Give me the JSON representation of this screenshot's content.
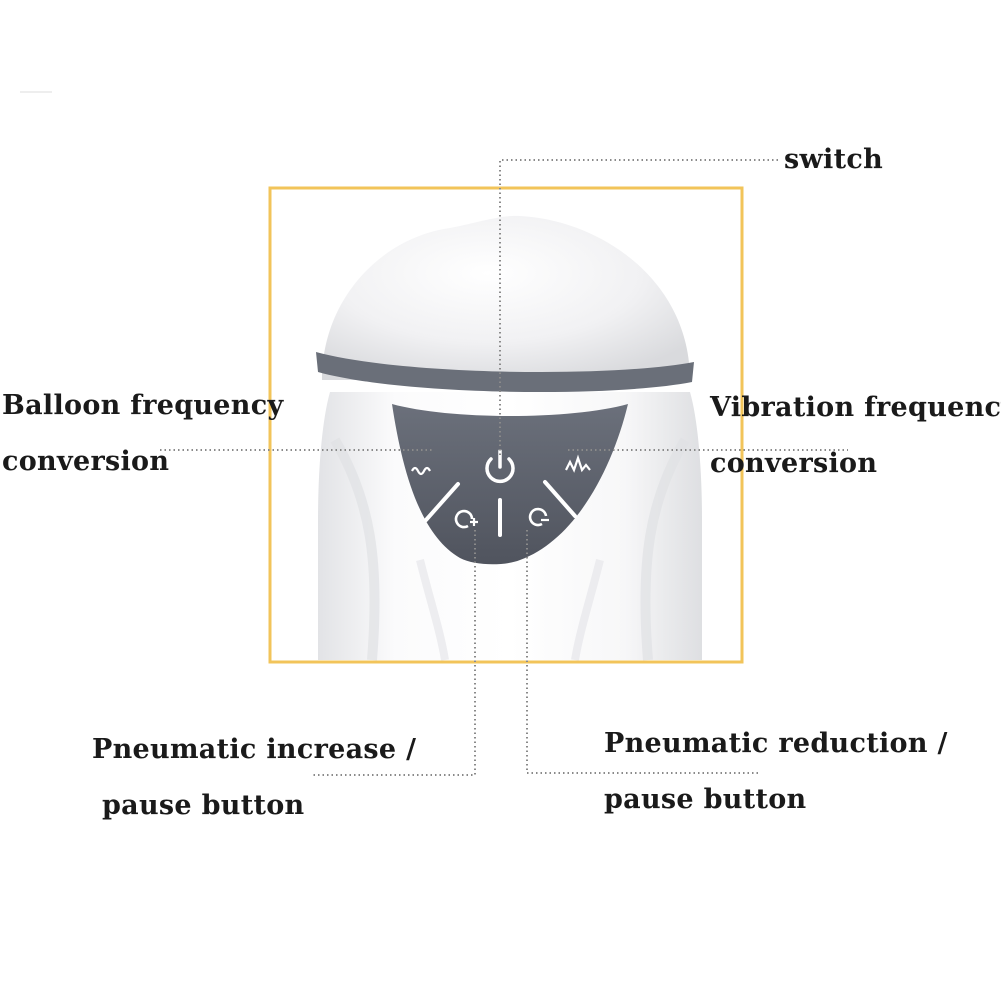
{
  "labels": {
    "switch": "switch",
    "balloon_line1": "Balloon frequency",
    "balloon_line2": "conversion",
    "vibration_line1": "Vibration frequency",
    "vibration_line2": "conversion",
    "increase_line1": "Pneumatic increase /",
    "increase_line2": "pause button",
    "reduction_line1": "Pneumatic reduction /",
    "reduction_line2": "pause button"
  },
  "colors": {
    "frame": "#f2c45a",
    "body": "#f4f4f6",
    "panel": "#5f6470",
    "band": "#6a6f79",
    "leader": "#8a8a8a",
    "icon": "#ffffff"
  }
}
